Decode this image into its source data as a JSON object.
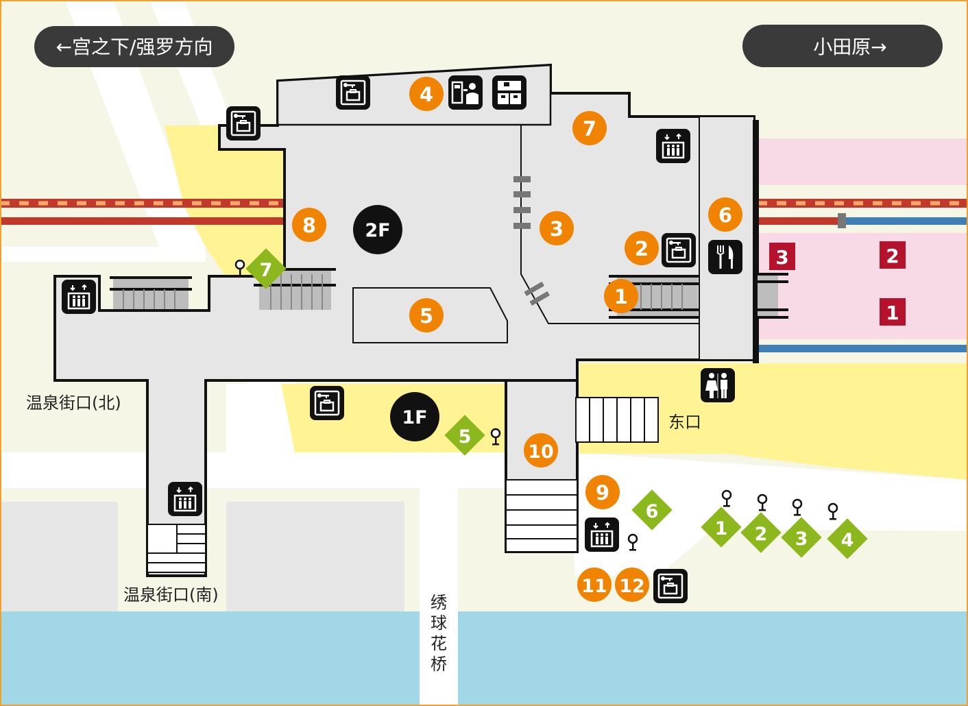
{
  "direction_left": "←宫之下/强罗方向",
  "direction_right": "小田原→",
  "floor_2f": "2F",
  "floor_1f": "1F",
  "labels": {
    "onsen_north": "温泉街口(北)",
    "onsen_south": "温泉街口(南)",
    "east_exit": "东口",
    "bridge": [
      "绣",
      "球",
      "花",
      "桥"
    ]
  },
  "orange_markers": [
    "1",
    "2",
    "3",
    "4",
    "5",
    "6",
    "7",
    "8",
    "9",
    "10",
    "11",
    "12"
  ],
  "green_stops": [
    "1",
    "2",
    "3",
    "4",
    "5",
    "6",
    "7"
  ],
  "platforms": [
    "1",
    "2",
    "3"
  ],
  "icons": [
    "locker-icon",
    "ticket-machine-icon",
    "luggage-icon",
    "elevator-icon",
    "restroom-icon",
    "restaurant-icon",
    "bus-stop-icon"
  ],
  "colors": {
    "background": "#f5f6e6",
    "yellow": "#fff394",
    "pink": "#f8d9e6",
    "water": "#a2d7e6",
    "station": "#e6e6e6",
    "orange": "#f08300",
    "green": "#8cb81d",
    "red": "#b5122d",
    "rail_red": "#c0392b",
    "rail_blue": "#3f7fb5",
    "frame": "#f0a030"
  }
}
